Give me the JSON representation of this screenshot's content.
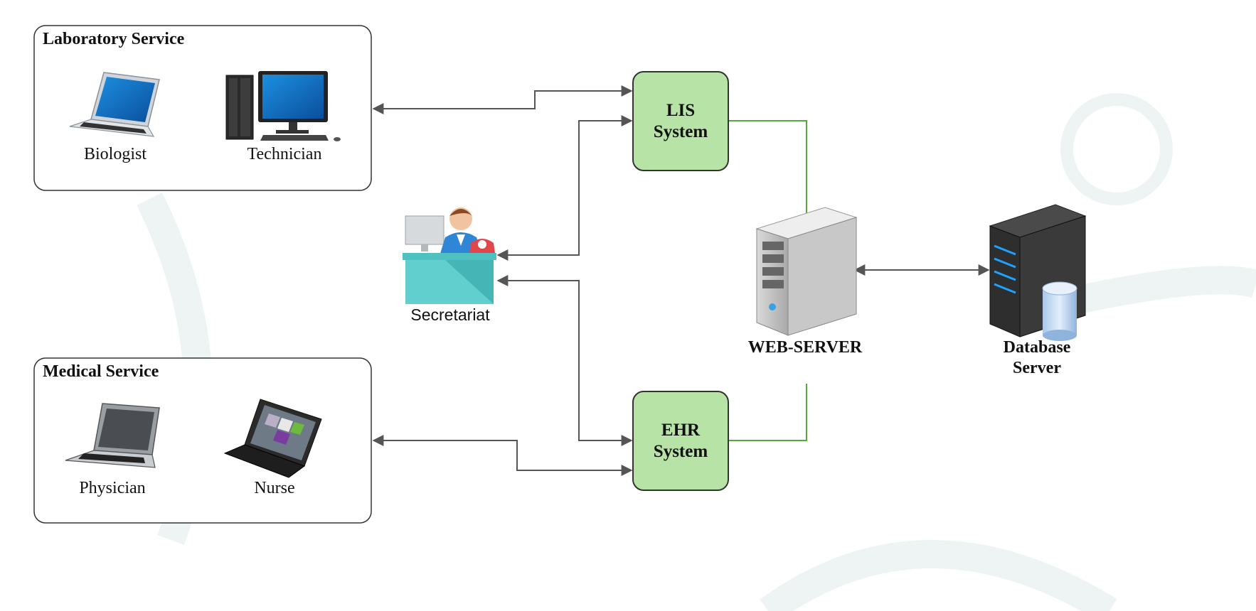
{
  "groups": {
    "laboratory": {
      "title": "Laboratory Service",
      "devices": [
        "Biologist",
        "Technician"
      ]
    },
    "medical": {
      "title": "Medical Service",
      "devices": [
        "Physician",
        "Nurse"
      ]
    }
  },
  "systems": {
    "lis": {
      "line1": "LIS",
      "line2": "System"
    },
    "ehr": {
      "line1": "EHR",
      "line2": "System"
    }
  },
  "secretariat": {
    "label": "Secretariat"
  },
  "web_server": {
    "label": "WEB-SERVER"
  },
  "database_server": {
    "line1": "Database",
    "line2": "Server"
  },
  "colors": {
    "system_fill": "#b7e3a6",
    "link_green": "#5aa83c",
    "arrow": "#555555",
    "watermark": "#eef4f4"
  }
}
